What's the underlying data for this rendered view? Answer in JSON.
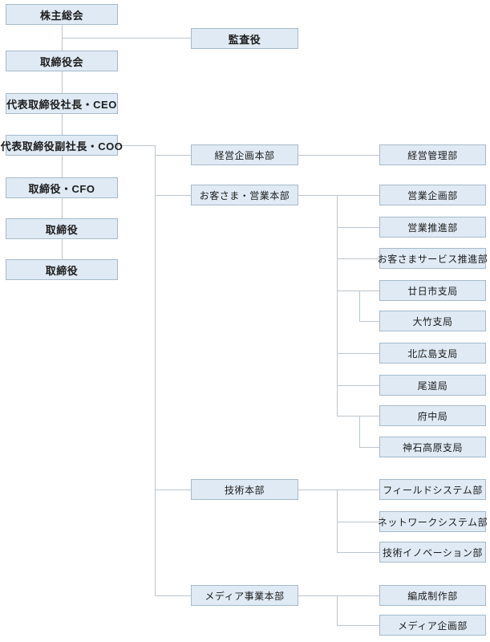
{
  "chart_data": {
    "type": "org-chart",
    "governance": {
      "shareholders": "株主総会",
      "board": "取締役会",
      "ceo": "代表取締役社長・CEO",
      "coo": "代表取締役副社長・COO",
      "cfo": "取締役・CFO",
      "director1": "取締役",
      "director2": "取締役",
      "auditor": "監査役"
    },
    "divisions": {
      "corporate_planning": "経営企画本部",
      "customer_sales": "お客さま・営業本部",
      "technology": "技術本部",
      "media_business": "メディア事業本部"
    },
    "departments": {
      "management_admin": "経営管理部",
      "sales_planning": "営業企画部",
      "sales_promotion": "営業推進部",
      "customer_service_promotion": "お客さまサービス推進部",
      "hatsukaichi_branch": "廿日市支局",
      "otake_branch": "大竹支局",
      "kitahiroshima_branch": "北広島支局",
      "onomichi_office": "尾道局",
      "fuchu_office": "府中局",
      "jinsekikogen_branch": "神石高原支局",
      "field_system": "フィールドシステム部",
      "network_system": "ネットワークシステム部",
      "tech_innovation": "技術イノベーション部",
      "programming_production": "編成制作部",
      "media_planning": "メディア企画部"
    },
    "hierarchy": [
      {
        "parent": "株主総会",
        "children": [
          "取締役会",
          "監査役"
        ]
      },
      {
        "parent": "取締役会",
        "children": [
          "代表取締役社長・CEO"
        ]
      },
      {
        "parent": "代表取締役社長・CEO",
        "children": [
          "代表取締役副社長・COO"
        ]
      },
      {
        "parent": "代表取締役副社長・COO",
        "children": [
          "取締役・CFO",
          "取締役",
          "取締役",
          "経営企画本部",
          "お客さま・営業本部",
          "技術本部",
          "メディア事業本部"
        ]
      },
      {
        "parent": "経営企画本部",
        "children": [
          "経営管理部"
        ]
      },
      {
        "parent": "お客さま・営業本部",
        "children": [
          "営業企画部",
          "営業推進部",
          "お客さまサービス推進部",
          "廿日市支局",
          "北広島支局",
          "尾道局",
          "府中局"
        ]
      },
      {
        "parent": "廿日市支局",
        "children": [
          "大竹支局"
        ]
      },
      {
        "parent": "府中局",
        "children": [
          "神石高原支局"
        ]
      },
      {
        "parent": "技術本部",
        "children": [
          "フィールドシステム部",
          "ネットワークシステム部",
          "技術イノベーション部"
        ]
      },
      {
        "parent": "メディア事業本部",
        "children": [
          "編成制作部",
          "メディア企画部"
        ]
      }
    ]
  },
  "colors": {
    "background": "#ffffff",
    "box_fill": "#dfeaf4",
    "box_border": "#a6bac9",
    "line": "#bcc5cd",
    "text": "#1c1c1c"
  }
}
